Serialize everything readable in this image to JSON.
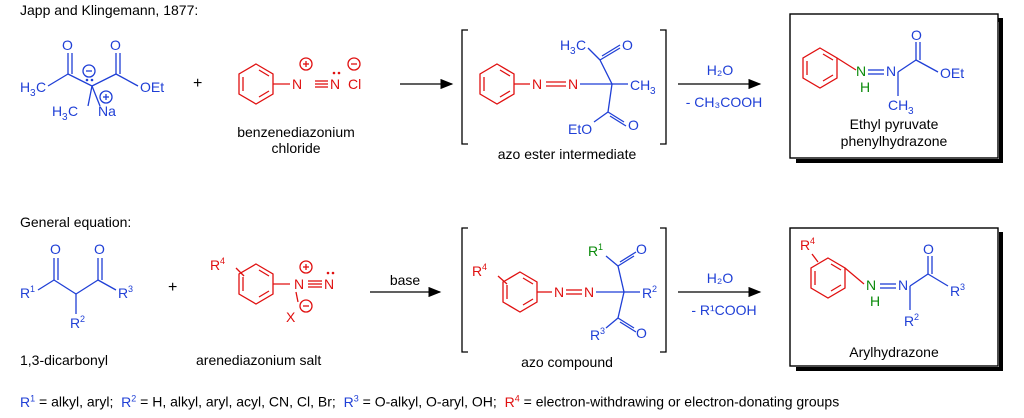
{
  "colors": {
    "blue": "#1f3fd6",
    "red": "#e01010",
    "green": "#0a8a0a",
    "black": "#000000"
  },
  "top": {
    "heading": "Japp and Klingemann, 1877:",
    "reactant1_label": "",
    "reactant2_label": "benzenediazonium\nchloride",
    "intermediate_label": "azo ester intermediate",
    "reagent_top": "H₂O",
    "reagent_bottom": "- CH₃COOH",
    "product_label": "Ethyl pyruvate\nphenylhydrazone"
  },
  "bottom": {
    "heading": "General equation:",
    "reactant1_label": "1,3-dicarbonyl",
    "reactant2_label": "arenediazonium salt",
    "reagent_base": "base",
    "intermediate_label": "azo compound",
    "reagent_top": "H₂O",
    "reagent_bottom": "- R¹COOH",
    "product_label": "Arylhydrazone"
  },
  "legend": {
    "r1": "= alkyl, aryl;",
    "r2": "= H, alkyl, aryl, acyl, CN, Cl, Br;",
    "r3": "= O-alkyl, O-aryl, OH;",
    "r4": "= electron-withdrawing or electron-donating groups"
  }
}
